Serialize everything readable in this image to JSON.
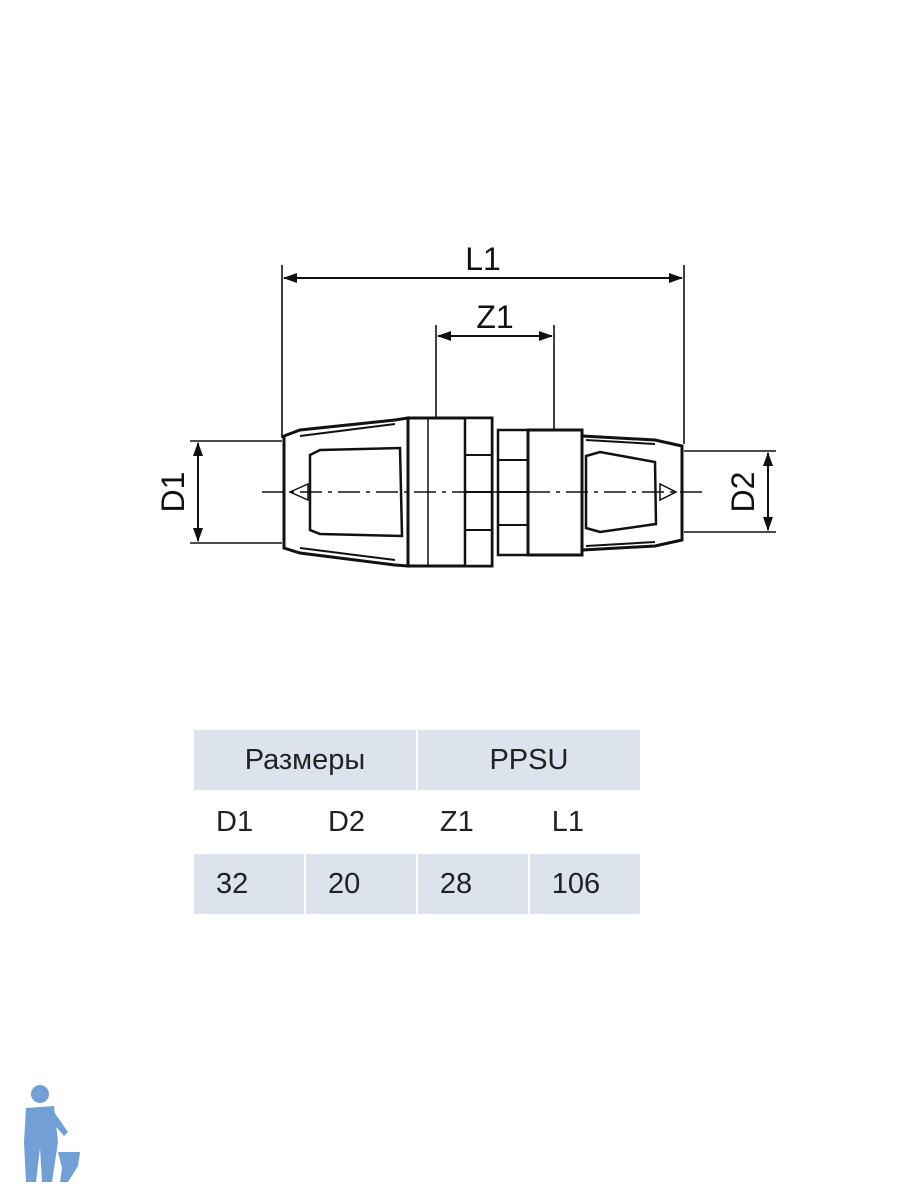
{
  "drawing": {
    "labels": {
      "L1": "L1",
      "Z1": "Z1",
      "D1": "D1",
      "D2": "D2"
    }
  },
  "table": {
    "header": [
      "Размеры",
      "PPSU"
    ],
    "columns": [
      "D1",
      "D2",
      "Z1",
      "L1"
    ],
    "rows": [
      [
        "32",
        "20",
        "28",
        "106"
      ]
    ]
  },
  "colors": {
    "table_fill": "#dce3ec",
    "mascot": "#5a8fd0"
  }
}
